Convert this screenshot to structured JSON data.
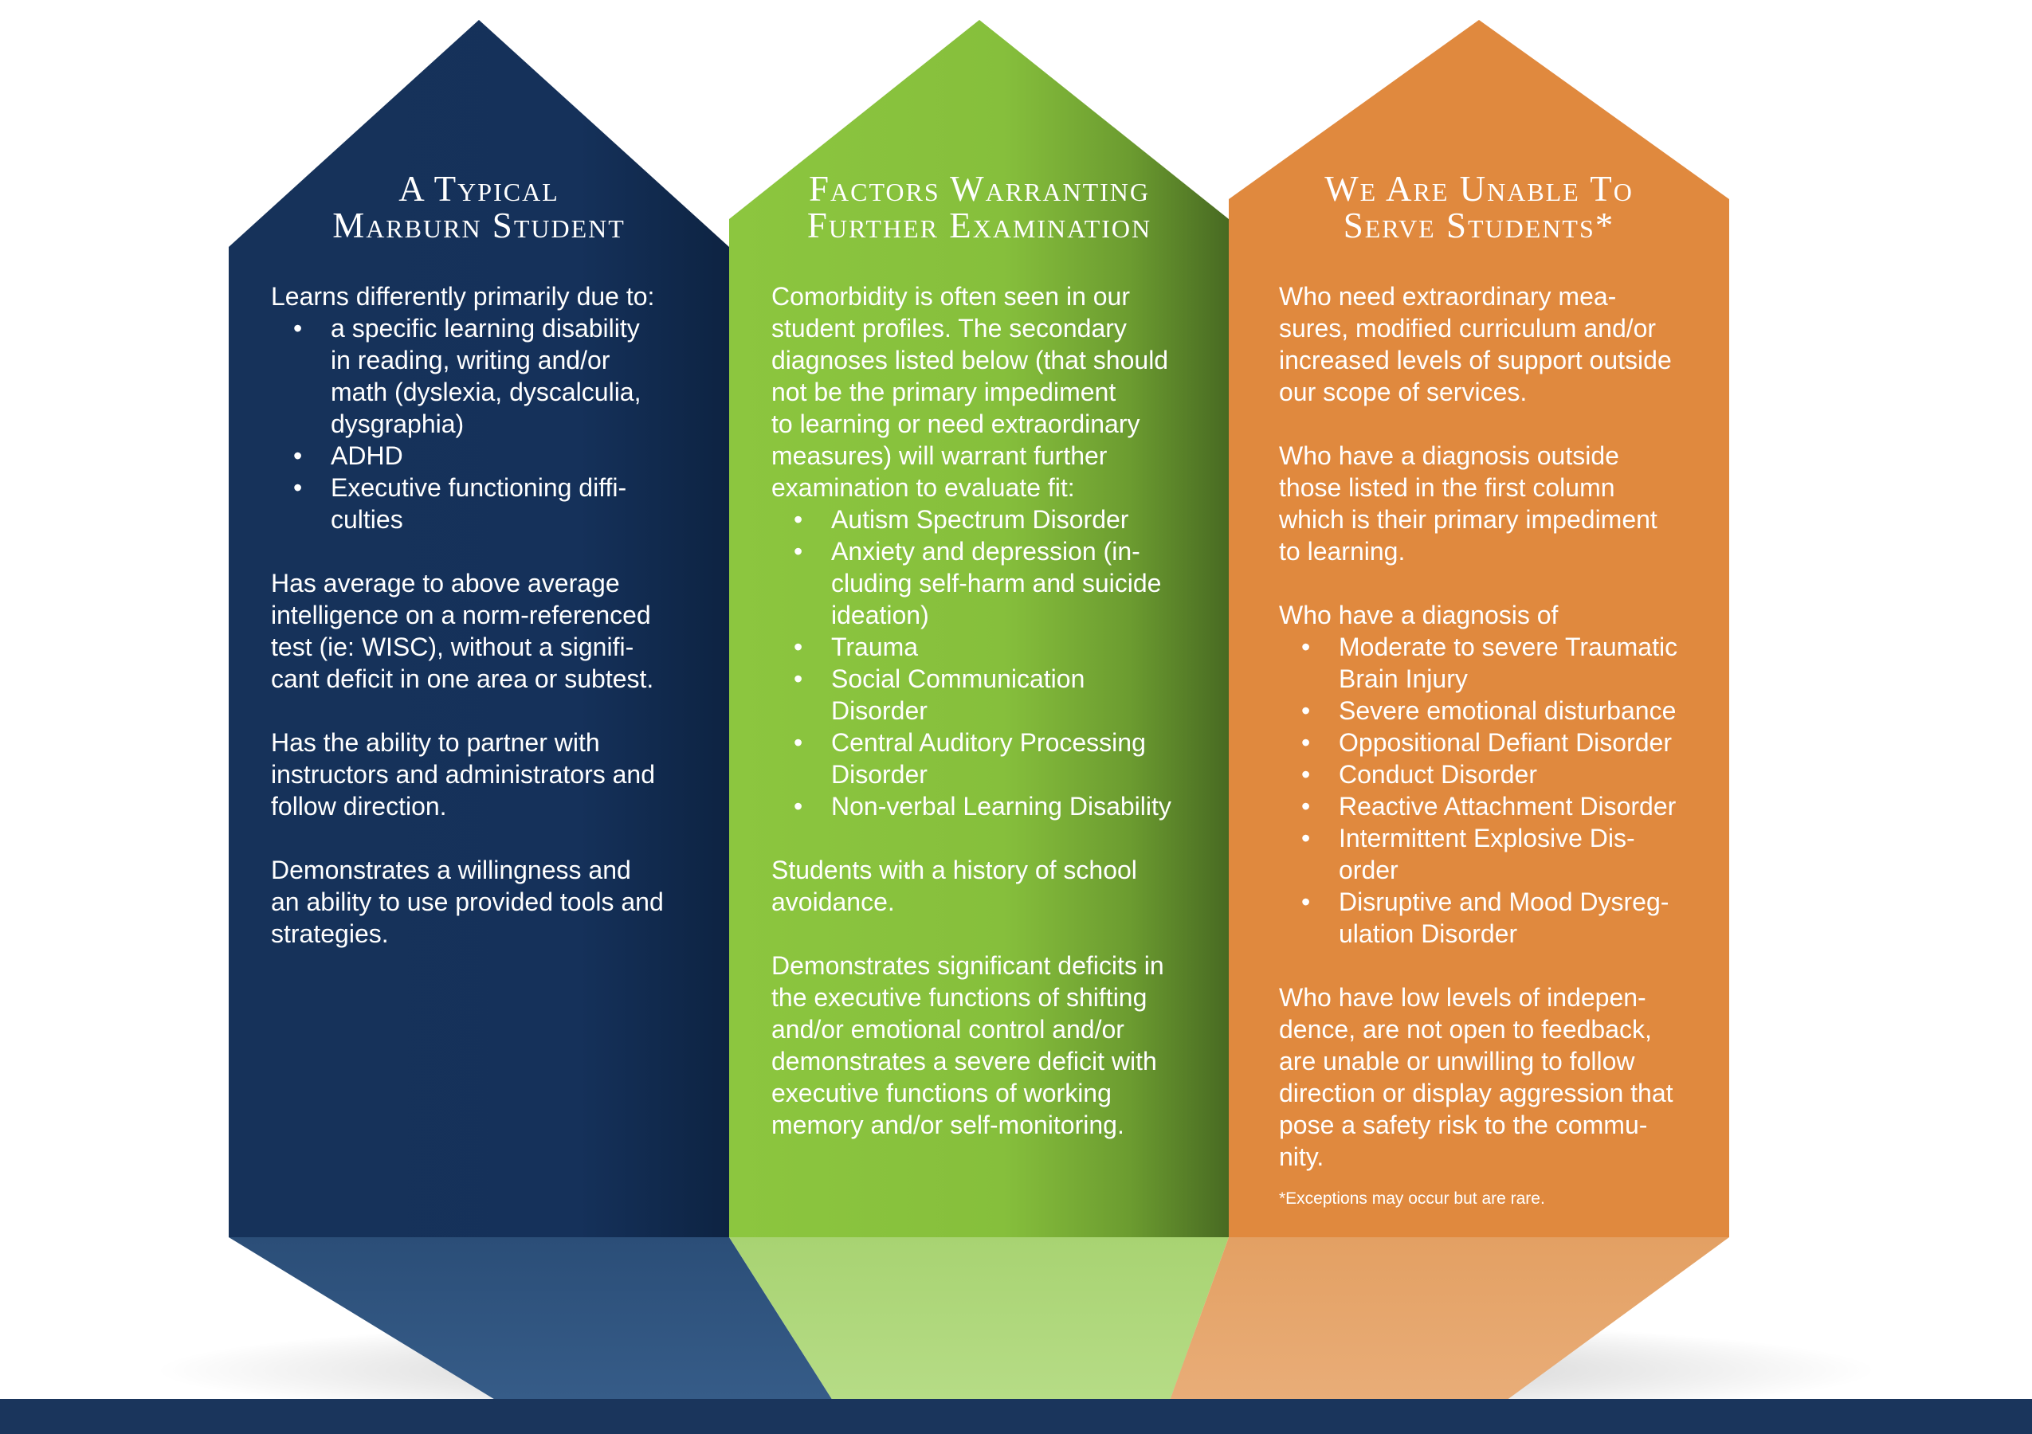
{
  "colors": {
    "navy": "#15325a",
    "green": "#8cc63f",
    "orange": "#e0893e",
    "bottom_bar": "#1a355c"
  },
  "columns": [
    {
      "id": "typical",
      "heading": [
        "A Typical",
        "Marburn Student"
      ],
      "content": [
        {
          "type": "p",
          "text": "Learns differently primarily due to:"
        },
        {
          "type": "ul",
          "items": [
            "a specific learning disability\nin reading, writing and/or\nmath (dyslexia, dyscalculia,\ndysgraphia)",
            "ADHD",
            "Executive functioning diffi-\nculties"
          ]
        },
        {
          "type": "gap"
        },
        {
          "type": "p",
          "text": "Has average to above average\nintelligence on a norm-referenced\ntest (ie: WISC), without a signifi-\ncant deficit in one area or subtest."
        },
        {
          "type": "gap"
        },
        {
          "type": "p",
          "text": "Has the ability to partner with\ninstructors and administrators and\nfollow direction."
        },
        {
          "type": "gap"
        },
        {
          "type": "p",
          "text": "Demonstrates a willingness and\nan ability to use provided tools and\nstrategies."
        }
      ]
    },
    {
      "id": "factors",
      "heading": [
        "Factors Warranting",
        "Further Examination"
      ],
      "content": [
        {
          "type": "p",
          "text": "Comorbidity is often seen in our\nstudent profiles. The secondary\ndiagnoses listed below (that should\nnot be the primary impediment\nto learning or need extraordinary\nmeasures) will warrant further\nexamination to evaluate fit:"
        },
        {
          "type": "ul",
          "items": [
            "Autism Spectrum Disorder",
            "Anxiety and depression (in-\ncluding self-harm and suicide\nideation)",
            "Trauma",
            "Social Communication\nDisorder",
            "Central Auditory Processing\nDisorder",
            "Non-verbal Learning Disability"
          ]
        },
        {
          "type": "gap"
        },
        {
          "type": "p",
          "text": "Students with a history of school\navoidance."
        },
        {
          "type": "gap"
        },
        {
          "type": "p",
          "text": "Demonstrates significant deficits in\nthe executive functions of shifting\nand/or emotional control and/or\ndemonstrates a severe deficit with\nexecutive functions of working\nmemory and/or self-monitoring."
        }
      ]
    },
    {
      "id": "unable",
      "heading": [
        "We Are Unable To",
        "Serve Students*"
      ],
      "content": [
        {
          "type": "p",
          "text": "Who need extraordinary mea-\nsures, modified curriculum and/or\nincreased levels of support outside\nour scope of services."
        },
        {
          "type": "gap"
        },
        {
          "type": "p",
          "text": "Who have a diagnosis outside\nthose listed in the first column\nwhich is their primary impediment\nto learning."
        },
        {
          "type": "gap"
        },
        {
          "type": "p",
          "text": "Who have a diagnosis of"
        },
        {
          "type": "ul",
          "items": [
            "Moderate to severe Traumatic\nBrain Injury",
            "Severe emotional disturbance",
            "Oppositional Defiant Disorder",
            "Conduct Disorder",
            "Reactive Attachment Disorder",
            "Intermittent Explosive Dis-\norder",
            "Disruptive and Mood Dysreg-\nulation Disorder"
          ]
        },
        {
          "type": "gap"
        },
        {
          "type": "p",
          "text": "Who have low levels of indepen-\ndence, are not open to feedback,\nare unable or unwilling to follow\ndirection or display aggression that\npose a safety risk to the commu-\nnity."
        },
        {
          "type": "footnote",
          "text": "*Exceptions may occur but are rare."
        }
      ]
    }
  ]
}
